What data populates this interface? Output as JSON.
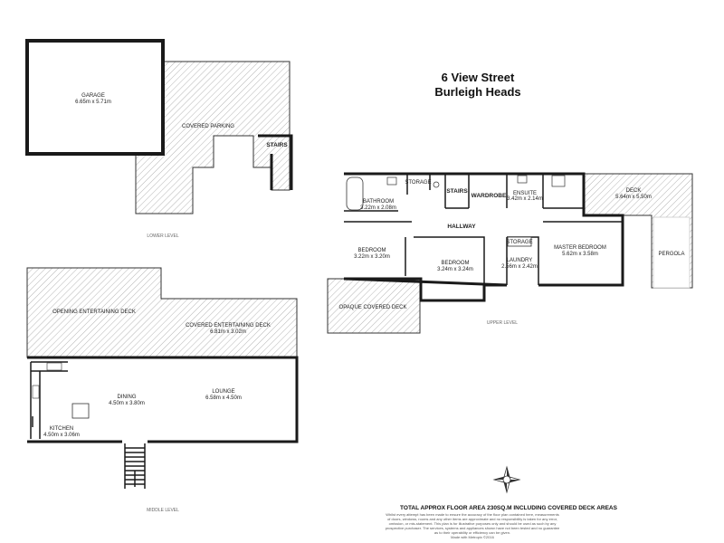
{
  "address": {
    "line1": "6 View Street",
    "line2": "Burleigh Heads"
  },
  "lower_level": {
    "level_label": "LOWER LEVEL",
    "garage": {
      "name": "GARAGE",
      "dims": "6.65m x 5.71m"
    },
    "covered_parking": "COVERED PARKING",
    "stairs": "STAIRS"
  },
  "upper_level": {
    "level_label": "UPPER LEVEL",
    "bathroom": {
      "name": "BATHROOM",
      "dims": "3.22m x 2.08m"
    },
    "storage_1": "STORAGE",
    "stairs": "STAIRS",
    "wardrobe": "WARDROBE",
    "ensuite": {
      "name": "ENSUITE",
      "dims": "3.42m x 2.14m"
    },
    "deck": {
      "name": "DECK",
      "dims": "5.64m x 5.50m"
    },
    "hallway": "HALLWAY",
    "bedroom_1": {
      "name": "BEDROOM",
      "dims": "3.22m x 3.20m"
    },
    "bedroom_2": {
      "name": "BEDROOM",
      "dims": "3.24m x 3.24m"
    },
    "storage_2": "STORAGE",
    "laundry": {
      "name": "LAUNDRY",
      "dims": "2.56m x 2.42m"
    },
    "master_bedroom": {
      "name": "MASTER BEDROOM",
      "dims": "5.62m x 3.58m"
    },
    "pergola": "PERGOLA",
    "opaque_covered_deck": "OPAQUE COVERED DECK"
  },
  "middle_level": {
    "level_label": "MIDDLE LEVEL",
    "opening_deck": "OPENING ENTERTAINING DECK",
    "covered_deck": {
      "name": "COVERED ENTERTAINING DECK",
      "dims": "6.81m x 3.02m"
    },
    "dining": {
      "name": "DINING",
      "dims": "4.50m x 3.80m"
    },
    "lounge": {
      "name": "LOUNGE",
      "dims": "6.58m x 4.50m"
    },
    "kitchen": {
      "name": "KITCHEN",
      "dims": "4.50m x 3.06m"
    }
  },
  "footer": {
    "total_area": "TOTAL APPROX FLOOR AREA 230SQ.M INCLUDING COVERED DECK AREAS",
    "disclaimer_1": "Whilst every attempt has been made to ensure the accuracy of the floor plan contained here, measurements",
    "disclaimer_2": "of doors, windows, rooms and any other items are approximate and no responsibility is taken for any error,",
    "disclaimer_3": "omission, or mis-statement. This plan is for illustrative purposes only and should be used as such by any",
    "disclaimer_4": "prospective purchaser. The services, systems and appliances shown have not been tested and no guarantee",
    "disclaimer_5": "as to their operability or efficiency can be given.",
    "disclaimer_6": "Made with Metropix ©2016"
  },
  "colors": {
    "wall": "#1a1a1a",
    "hatch": "#b5b5b5"
  },
  "icons": [
    "compass-rose-icon"
  ]
}
